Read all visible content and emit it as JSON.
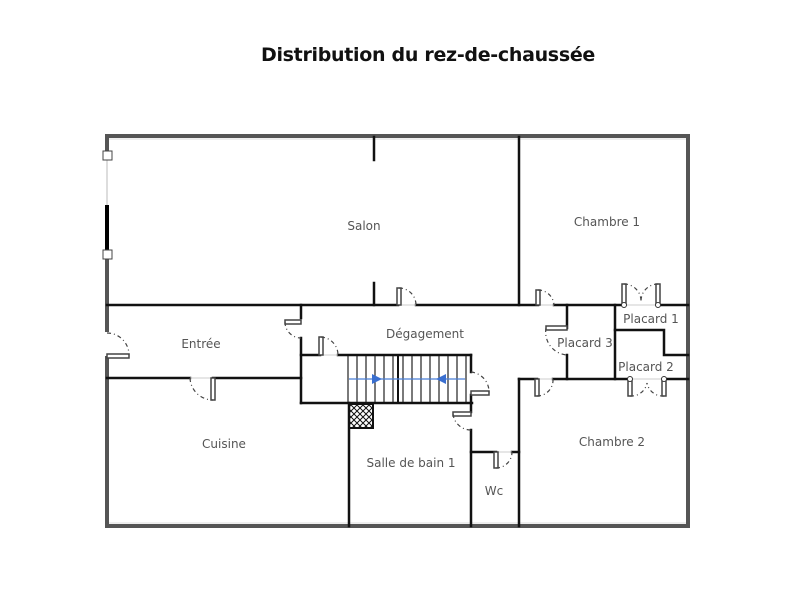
{
  "title": "Distribution du rez-de-chaussée",
  "rooms": {
    "salon": "Salon",
    "chambre1": "Chambre 1",
    "entree": "Entrée",
    "degagement": "Dégagement",
    "placard3": "Placard 3",
    "placard1": "Placard 1",
    "placard2": "Placard 2",
    "cuisine": "Cuisine",
    "salle_de_bain1": "Salle de bain 1",
    "wc": "Wc",
    "chambre2": "Chambre 2"
  },
  "colors": {
    "exterior_wall": "#555555",
    "interior_wall": "#111111",
    "label_text": "#555555",
    "stair_arrow": "#3a6fd0"
  }
}
